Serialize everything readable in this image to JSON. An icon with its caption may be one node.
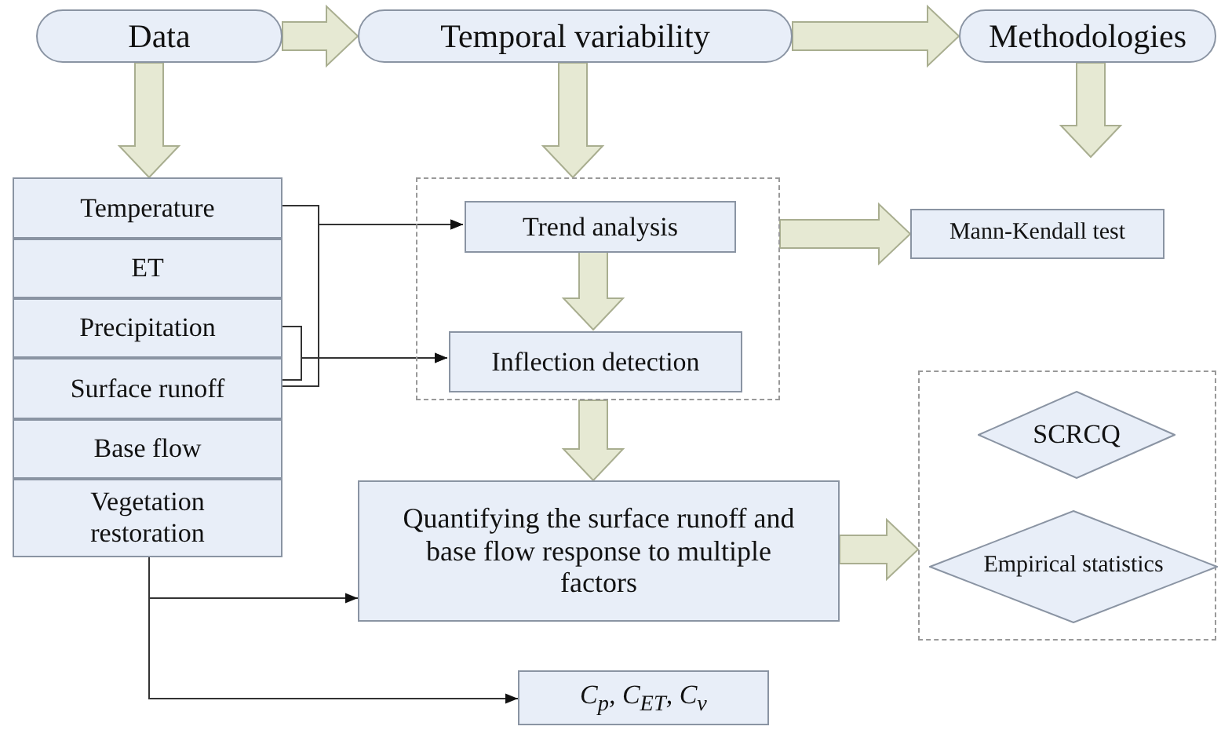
{
  "diagram": {
    "nodes": [
      {
        "text": [
          "Data"
        ]
      },
      {
        "text": [
          "Temporal variability"
        ]
      },
      {
        "text": [
          "Methodologies"
        ]
      },
      {
        "text": [
          "Temperature"
        ]
      },
      {
        "text": [
          "ET"
        ]
      },
      {
        "text": [
          "Precipitation"
        ]
      },
      {
        "text": [
          "Surface runoff"
        ]
      },
      {
        "text": [
          "Base flow"
        ]
      },
      {
        "text": [
          "Vegetation restoration"
        ]
      },
      {
        "text": [],
        "shape": "box"
      },
      {
        "text": [
          "Trend analysis"
        ],
        "in": 9
      },
      {
        "text": [
          "Inflection detection"
        ],
        "in": 9
      },
      {
        "text": [
          "Mann-Kendall test"
        ]
      },
      {
        "text": [
          "Quantifying the surface runoff and base flow response to multiple factors"
        ]
      },
      {
        "text": [],
        "shape": "box"
      },
      {
        "text": [
          "SCRCQ"
        ],
        "in": 14
      },
      {
        "text": [
          "Empirical statistics"
        ],
        "in": 14
      },
      {
        "text": [
          "C$_{p}$, C$_{ET}$, C$_{v}$"
        ]
      }
    ],
    "edges": [
      {
        "from": 0,
        "to": 1,
        "arrow": "to",
        "style": "thick"
      },
      {
        "from": 1,
        "to": 2,
        "arrow": "to",
        "style": "thick"
      },
      {
        "from": 0,
        "to": 3,
        "arrow": "to",
        "style": "thick"
      },
      {
        "from": 1,
        "to": 9,
        "arrow": "to",
        "style": "thick"
      },
      {
        "from": 2,
        "to": null,
        "arrow": "to",
        "style": "thick"
      },
      {
        "from": 10,
        "to": 11,
        "arrow": "to",
        "style": "thick"
      },
      {
        "from": 9,
        "to": 12,
        "arrow": "to",
        "style": "thick"
      },
      {
        "from": 9,
        "to": 13,
        "arrow": "to",
        "style": "thick"
      },
      {
        "from": 13,
        "to": 14,
        "arrow": "to",
        "style": "thick"
      },
      {
        "from": 3,
        "to": 10,
        "arrow": "to"
      },
      {
        "from": 6,
        "to": 10,
        "arrow": "to"
      },
      {
        "from": 5,
        "to": 11,
        "arrow": "to"
      },
      {
        "from": 6,
        "to": 11,
        "arrow": "to"
      },
      {
        "from": 8,
        "to": 13,
        "arrow": "to"
      },
      {
        "from": 8,
        "to": 17,
        "arrow": "to"
      }
    ]
  }
}
